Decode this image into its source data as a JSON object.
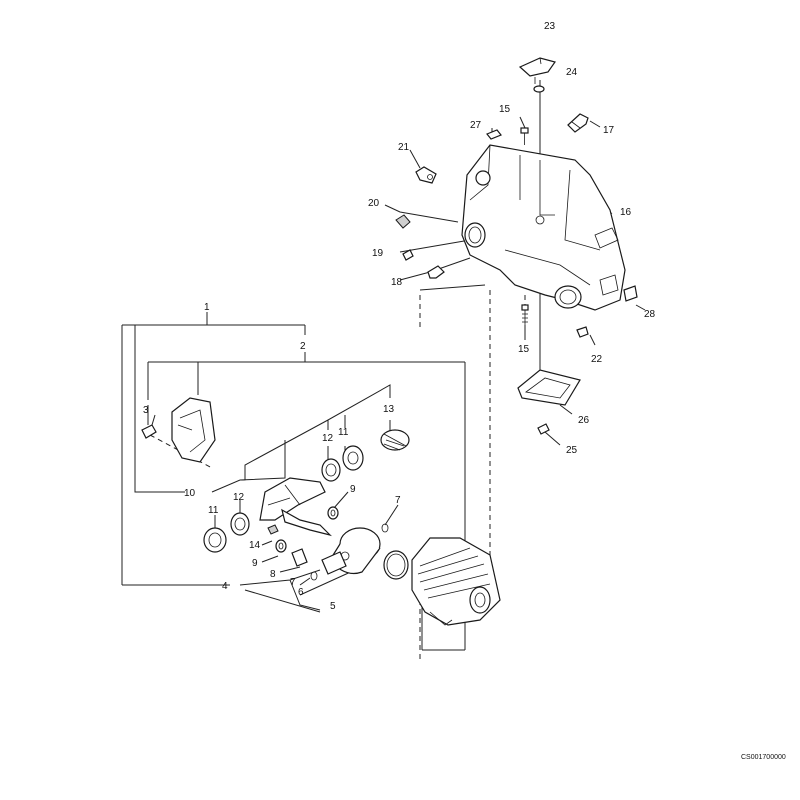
{
  "labels": {
    "l1": "1",
    "l2": "2",
    "l3": "3",
    "l4": "4",
    "l5": "5",
    "l6": "6",
    "l7a": "7",
    "l7b": "7",
    "l8": "8",
    "l9a": "9",
    "l9b": "9",
    "l10": "10",
    "l11a": "11",
    "l11b": "11",
    "l12a": "12",
    "l12b": "12",
    "l13": "13",
    "l14": "14",
    "l15a": "15",
    "l15b": "15",
    "l16": "16",
    "l17": "17",
    "l18": "18",
    "l19": "19",
    "l20": "20",
    "l21": "21",
    "l22": "22",
    "l23": "23",
    "l24": "24",
    "l25": "25",
    "l26": "26",
    "l27": "27",
    "l28": "28"
  },
  "drawing_code": "CS001700000"
}
